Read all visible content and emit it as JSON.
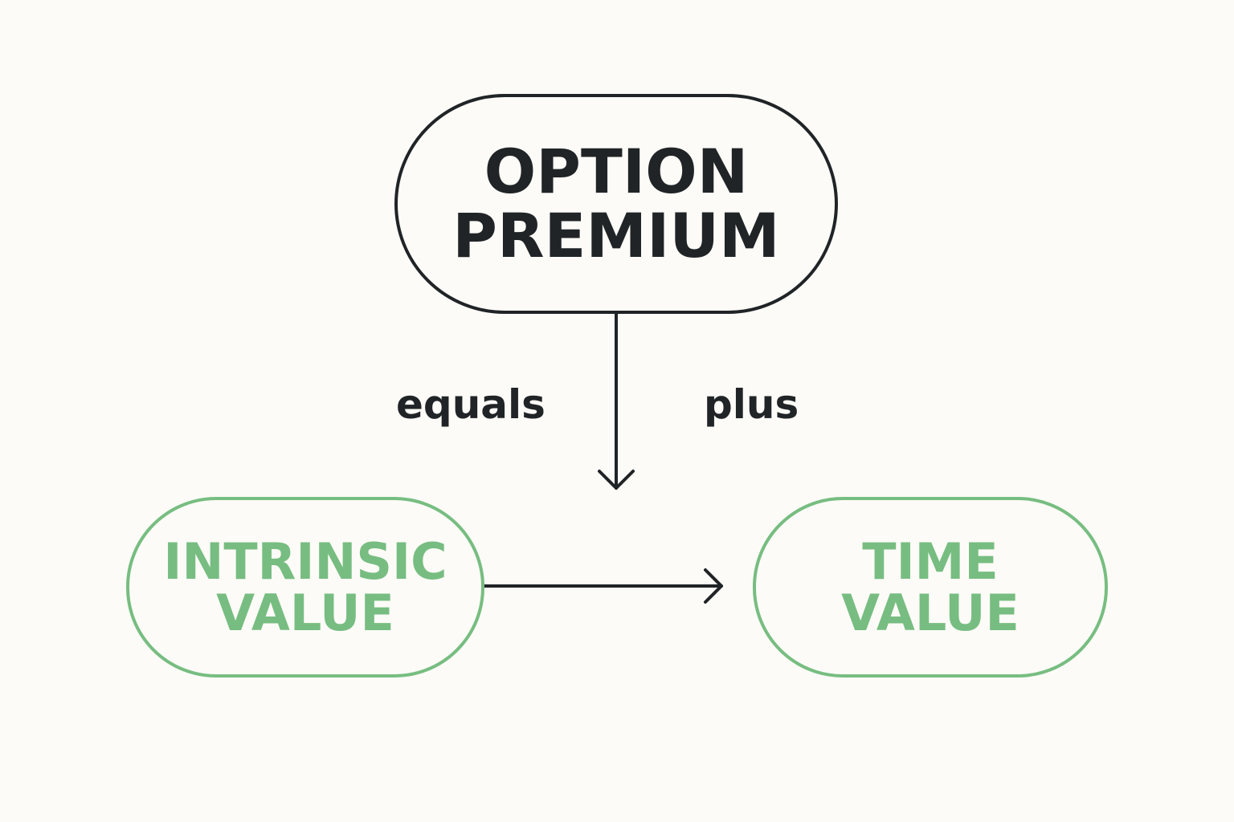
{
  "nodes": {
    "option_premium": {
      "line1": "OPTION",
      "line2": "PREMIUM"
    },
    "intrinsic_value": {
      "line1": "INTRINSIC",
      "line2": "VALUE"
    },
    "time_value": {
      "line1": "TIME",
      "line2": "VALUE"
    }
  },
  "labels": {
    "equals": "equals",
    "plus": "plus"
  },
  "colors": {
    "background": "#fcfbf7",
    "dark": "#202427",
    "green": "#77bd81"
  }
}
